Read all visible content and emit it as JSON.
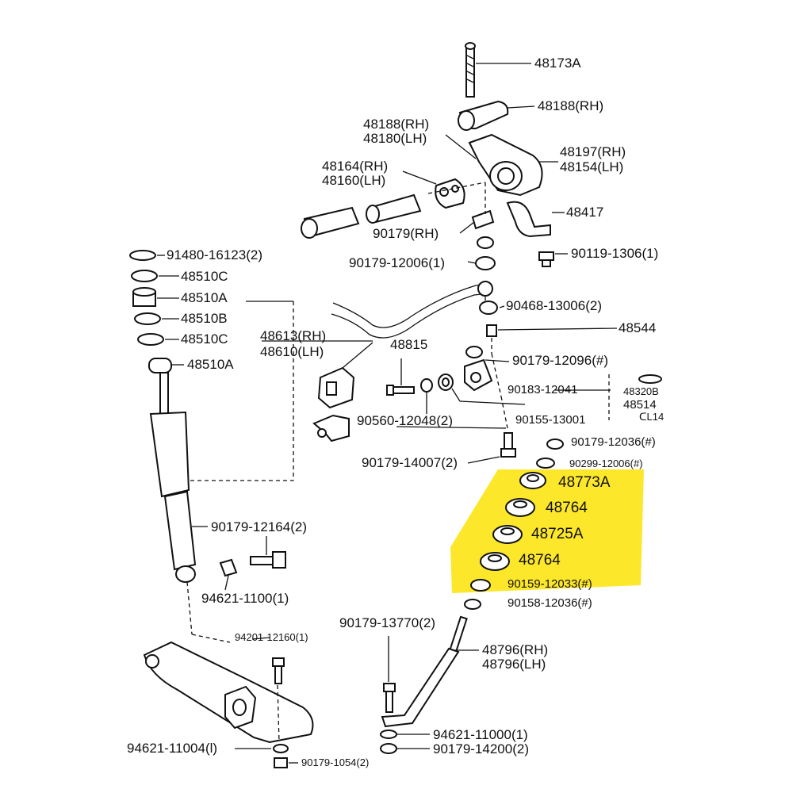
{
  "highlight_color": "#fde72b",
  "ink_color": "#111111",
  "labels": {
    "p48173A": "48173A",
    "p48188RH_top": "48188(RH)",
    "p48188RH": "48188(RH)",
    "p48180LH": "48180(LH)",
    "p48197RH": "48197(RH)",
    "p48154LH": "48154(LH)",
    "p48164RH": "48164(RH)",
    "p48160LH": "48160(LH)",
    "p48417": "48417",
    "p90179RH": "90179(RH)",
    "p91480": "91480-16123(2)",
    "p48510C_1": "48510C",
    "p48510A_1": "48510A",
    "p48510B": "48510B",
    "p48510C_2": "48510C",
    "p90179_12006": "90179-12006(1)",
    "p90119": "90119-1306(1)",
    "p90468": "90468-13006(2)",
    "p48544": "48544",
    "p48613RH": "48613(RH)",
    "p48610LH": "48610(LH)",
    "p48510A_2": "48510A",
    "p48815": "48815",
    "p90179_12096": "90179-12096(#)",
    "p90183": "90183-12041",
    "p48320B": "48320B",
    "p48514": "48514",
    "pCL14": "ᑕL14",
    "p90560": "90560-12048(2)",
    "p90155": "90155-13001",
    "p90179_12036": "90179-12036(#)",
    "p90179_14007": "90179-14007(2)",
    "p90299": "90299-12006(#)",
    "p48773A": "48773A",
    "p48764_1": "48764",
    "p48725A": "48725A",
    "p48764_2": "48764",
    "p90179_12164": "90179-12164(2)",
    "p90159": "90159-12033(#)",
    "p90158": "90158-12036(#)",
    "p94621_1100": "94621-1100(1)",
    "p90179_13770": "90179-13770(2)",
    "p94201": "94201-12160(1)",
    "p48796RH": "48796(RH)",
    "p48796LH": "48796(LH)",
    "p94621_11000": "94621-11000(1)",
    "p94621_11004": "94621-11004(l)",
    "p90179_14200": "90179-14200(2)",
    "p90179_1054": "90179-1054(2)"
  }
}
